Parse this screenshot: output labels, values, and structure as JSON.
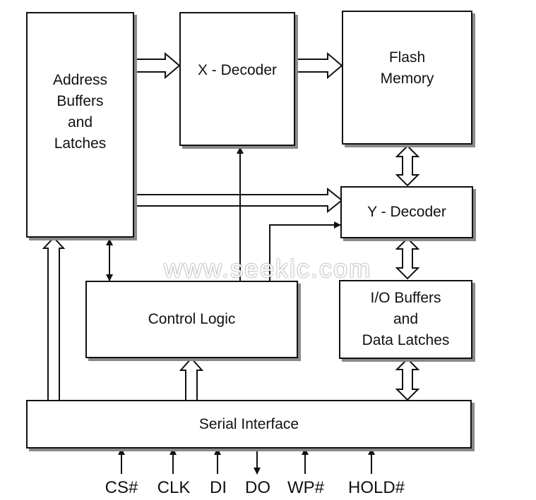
{
  "blocks": {
    "address": "Address\nBuffers\nand\nLatches",
    "xdecoder": "X - Decoder",
    "flash": "Flash\nMemory",
    "ydecoder": "Y - Decoder",
    "control": "Control Logic",
    "io": "I/O Buffers\nand\nData Latches",
    "serial": "Serial Interface"
  },
  "pins": [
    {
      "label": "CS#",
      "direction": "in"
    },
    {
      "label": "CLK",
      "direction": "in"
    },
    {
      "label": "DI",
      "direction": "in"
    },
    {
      "label": "DO",
      "direction": "out"
    },
    {
      "label": "WP#",
      "direction": "in"
    },
    {
      "label": "HOLD#",
      "direction": "in"
    }
  ],
  "watermark": "www.seekic.com"
}
